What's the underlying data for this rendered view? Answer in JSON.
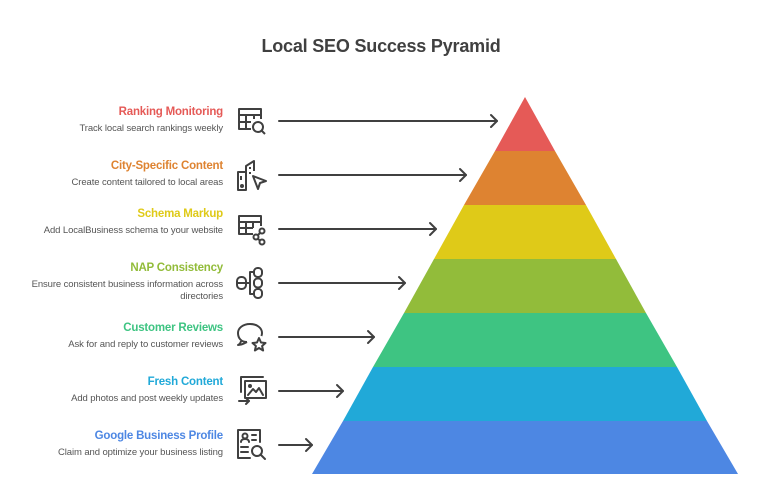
{
  "title": "Local SEO Success Pyramid",
  "levels": [
    {
      "title": "Ranking Monitoring",
      "description": "Track local search rankings weekly",
      "color": "#E55A57",
      "icon": "table-search-icon"
    },
    {
      "title": "City-Specific Content",
      "description": "Create content tailored to local areas",
      "color": "#DE8331",
      "icon": "city-cursor-icon"
    },
    {
      "title": "Schema Markup",
      "description": "Add LocalBusiness schema to your website",
      "color": "#DFCA18",
      "icon": "table-share-icon"
    },
    {
      "title": "NAP Consistency",
      "description": "Ensure consistent business information across directories",
      "color": "#92BC3A",
      "icon": "database-tree-icon"
    },
    {
      "title": "Customer Reviews",
      "description": "Ask for and reply to customer reviews",
      "color": "#3EC482",
      "icon": "chat-star-icon"
    },
    {
      "title": "Fresh Content",
      "description": "Add photos and post weekly updates",
      "color": "#21A9D8",
      "icon": "image-upload-icon"
    },
    {
      "title": "Google Business Profile",
      "description": "Claim and optimize your business listing",
      "color": "#4D87E3",
      "icon": "profile-search-icon"
    }
  ]
}
